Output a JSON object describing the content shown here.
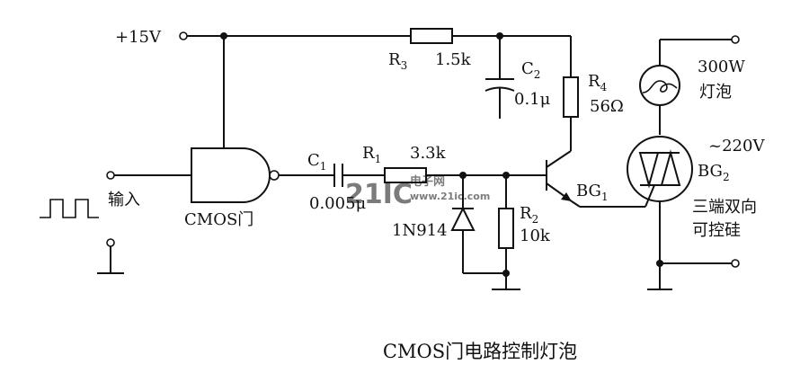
{
  "labels": {
    "supply": "+15V",
    "input": "输入",
    "gate": "CMOS门",
    "r3_name": "R",
    "r3_sub": "3",
    "r3_value": "1.5k",
    "c2_name": "C",
    "c2_sub": "2",
    "c2_value": "0.1μ",
    "r4_name": "R",
    "r4_sub": "4",
    "r4_value": "56Ω",
    "c1_name": "C",
    "c1_sub": "1",
    "c1_value": "0.005μ",
    "r1_name": "R",
    "r1_sub": "1",
    "r1_value": "3.3k",
    "diode": "1N914",
    "r2_name": "R",
    "r2_sub": "2",
    "r2_value": "10k",
    "bg1_name": "BG",
    "bg1_sub": "1",
    "bg2_name": "BG",
    "bg2_sub": "2",
    "bg2_desc_line1": "三端双向",
    "bg2_desc_line2": "可控硅",
    "lamp_rating": "300W",
    "lamp_name": "灯泡",
    "ac_supply": "~220V"
  },
  "watermark": {
    "brand": "21IC",
    "site_cn": "电子网",
    "site_url": "www.21ic.com",
    "color": "#5f8fd0"
  },
  "caption": "CMOS门电路控制灯泡"
}
